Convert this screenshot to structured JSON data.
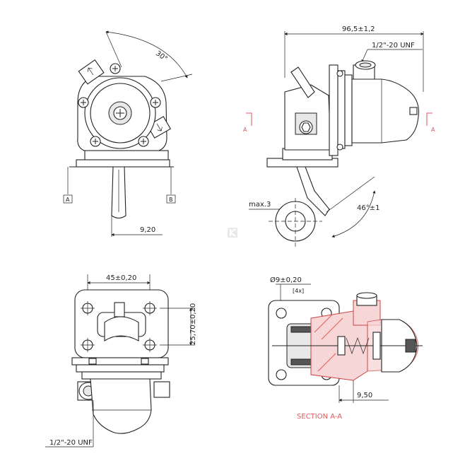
{
  "front_view": {
    "angle_label": "30°",
    "ref_a": "A",
    "ref_b": "B",
    "width_dim": "9,20"
  },
  "side_view": {
    "overall_length": "96,5±1,2",
    "thread_top": "1/2\"-20 UNF",
    "section_marker_left": "A",
    "section_marker_right": "A",
    "max_label": "max.3",
    "angle_label": "46°±1"
  },
  "bottom_view": {
    "hole_spacing": "45±0,20",
    "height_dim": "25,70±0,20",
    "thread_bottom": "1/2\"-20 UNF"
  },
  "section_view": {
    "hole_dia": "Ø9±0,20",
    "hole_count": "[4x]",
    "offset_dim": "9,50",
    "title": "SECTION A-A"
  }
}
